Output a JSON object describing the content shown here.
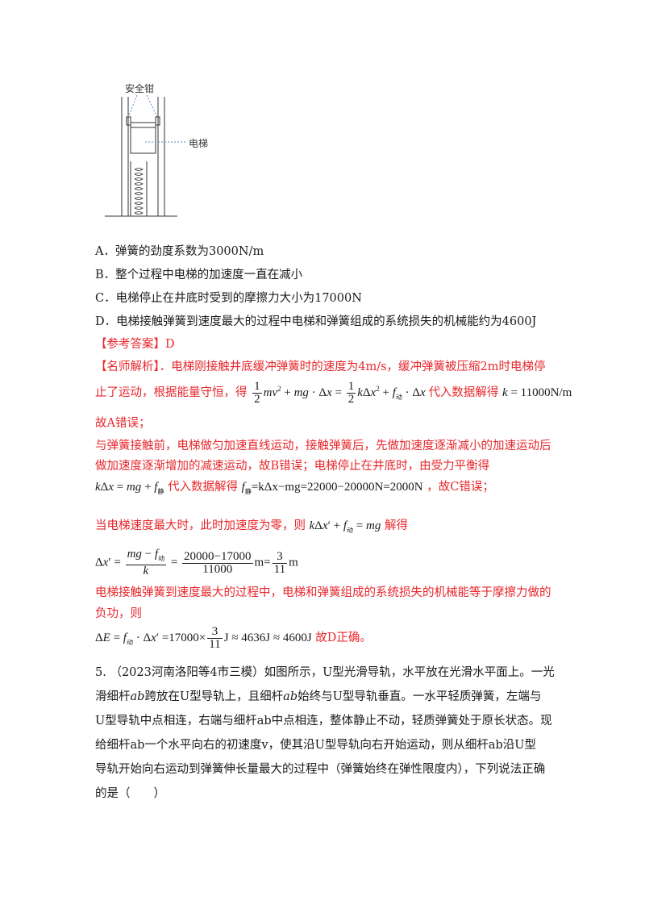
{
  "figure": {
    "label_clamp": "安全钳",
    "label_elevator": "电梯"
  },
  "options": [
    {
      "letter": "A．",
      "text": "弹簧的劲度系数为3000N/m"
    },
    {
      "letter": "B．",
      "text": "整个过程中电梯的加速度一直在减小"
    },
    {
      "letter": "C．",
      "text": "电梯停止在井底时受到的摩擦力大小为17000N"
    },
    {
      "letter": "D．",
      "text": "电梯接触弹簧到速度最大的过程中电梯和弹簧组成的系统损失的机械能约为4600J"
    }
  ],
  "answer": {
    "label": "【参考答案】D"
  },
  "analysis": {
    "line1": "【名师解析】．电梯刚接触井底缓冲弹簧时的速度为4m/s，缓冲弹簧被压缩2m时电梯停",
    "line2_a": "止了运动，根据能量守恒，得",
    "line2_b": "代入数据解得",
    "line3": "故A错误；",
    "line4": "与弹簧接触前，电梯做匀加速直线运动，接触弹簧后，先做加速度逐渐减小的加速运动后",
    "line5": "做加速度逐渐增加的减速运动，故B错误；电梯停止在井底时，由受力平衡得",
    "line6_a": "代入数据解得",
    "line6_b": "，故C错误；",
    "line7_a": "当电梯速度最大时，此时加速度为零，则",
    "line7_b": "解得",
    "line9": "电梯接触弹簧到速度最大的过程中，电梯和弹簧组成的系统损失的机械能等于摩擦力做的",
    "line10": "负功，则",
    "line11_b": "故D正确。"
  },
  "math": {
    "k_value": "= 11000N/m",
    "f_equation": "=kΔx−mg=22000−20000N=2000N",
    "dx_mid": "=",
    "dx_num2": "20000−17000",
    "dx_den2": "11000",
    "dx_unit": "m=",
    "dx_num3": "3",
    "dx_den3": "11",
    "dx_end": "m",
    "de_a": "=17000×",
    "de_b": "J ≈ 4636J ≈ 4600J"
  },
  "question5": {
    "line1": "5. （2023河南洛阳等4市三模）如图所示，U型光滑导轨，水平放在光滑水平面上。一光",
    "line2_a": "滑细杆",
    "line2_b": "ab",
    "line2_c": "跨放在U型导轨上，且细杆",
    "line2_d": "ab",
    "line2_e": "始终与U型导轨垂直。一水平轻质弹簧，左端与",
    "line3": "U型导轨中点相连，右端与细杆ab中点相连，整体静止不动，轻质弹簧处于原长状态。现",
    "line4": "给细杆ab一个水平向右的初速度v，使其沿U型导轨向右开始运动，则从细杆ab沿U型",
    "line5": "导轨开始向右运动到弹簧伸长量最大的过程中（弹簧始终在弹性限度内），下列说法正确",
    "line6": "的是（　　）"
  }
}
